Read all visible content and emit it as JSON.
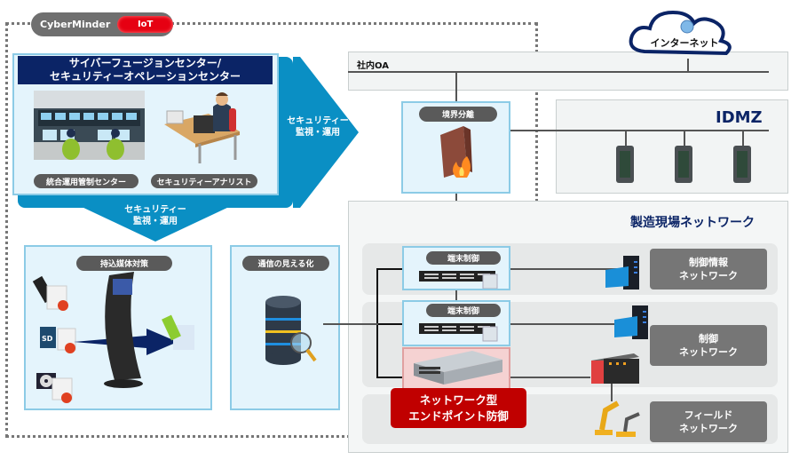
{
  "brand": {
    "name": "CyberMinder",
    "badge": "IoT",
    "badge_color": "#e60012"
  },
  "soc": {
    "title_line1": "サイバーフュージョンセンター/",
    "title_line2": "セキュリティーオペレーションセンター",
    "items": [
      {
        "label": "統合運用管制センター",
        "icon": "control-room-photo"
      },
      {
        "label": "セキュリティーアナリスト",
        "icon": "analyst-at-desk-icon"
      }
    ]
  },
  "arrows": {
    "right": {
      "line1": "セキュリティー",
      "line2": "監視・運用"
    },
    "down": {
      "line1": "セキュリティー",
      "line2": "監視・運用"
    }
  },
  "panels": {
    "media": {
      "title": "持込媒体対策",
      "icons": [
        "usb-drive-icon",
        "sd-card-icon",
        "cd-icon",
        "kiosk-icon",
        "clean-usb-icon"
      ]
    },
    "visibility": {
      "title": "通信の見える化",
      "icon": "database-search-icon"
    }
  },
  "network": {
    "internet": "インターネット",
    "office": "社内OA",
    "boundary": "境界分離",
    "idmz": "IDMZ",
    "plant": "製造現場ネットワーク",
    "endpoint_control_1": "端末制御",
    "endpoint_control_2": "端末制御",
    "ndr": {
      "line1": "ネットワーク型",
      "line2": "エンドポイント防御"
    },
    "zones": [
      {
        "line1": "制御情報",
        "line2": "ネットワーク"
      },
      {
        "line1": "制御",
        "line2": "ネットワーク"
      },
      {
        "line1": "フィールド",
        "line2": "ネットワーク"
      }
    ]
  },
  "colors": {
    "navy": "#0b2466",
    "blue_arrow": "#0a8fc4",
    "red": "#c00000"
  }
}
